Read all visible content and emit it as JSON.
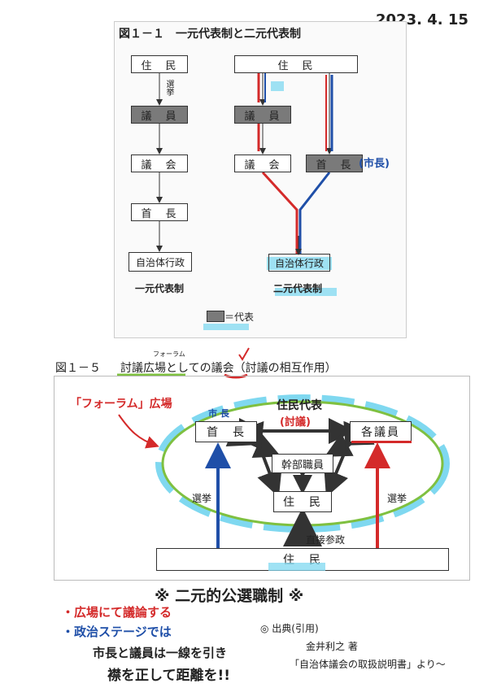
{
  "date": "2023. 4. 15",
  "fig1": {
    "title": "図１－１　一元代表制と二元代表制",
    "left": {
      "resident": "住　民",
      "election": "選挙",
      "councilor": "議　員",
      "council": "議　会",
      "mayor": "首　長",
      "admin": "自治体行政",
      "caption": "一元代表制"
    },
    "right": {
      "resident": "住　民",
      "councilor": "議　員",
      "council": "議　会",
      "mayor": "首　長",
      "mayor_note": "(市長)",
      "admin": "自治体行政",
      "caption": "二元代表制"
    },
    "legend": "＝代表"
  },
  "fig5": {
    "title_prefix": "図１－５",
    "title_main": "討議広場としての議会（討議の相互作用）",
    "ruby": "フォーラム",
    "forum_note": "「フォーラム」広場",
    "resident_rep": "住民代表",
    "deliberation": "(討議)",
    "mayor_note": "市 長",
    "mayor": "首　長",
    "councilors": "各議員",
    "staff": "幹部職員",
    "inner_residents": "住　民",
    "election_left": "選挙",
    "election_right": "選挙",
    "direct_participation": "直接参政",
    "bottom_residents": "住　民"
  },
  "notes": {
    "heading": "※ 二元的公選職制 ※",
    "bullet1": "・広場にて議論する",
    "bullet2": "・政治ステージでは",
    "line3": "市長と議員は一線を引き",
    "line4": "襟を正して距離を!!",
    "source_label": "◎ 出典(引用)",
    "source_author": "金井利之 著",
    "source_title": "「自治体議会の取扱説明書」より〜"
  },
  "colors": {
    "red": "#d42a2a",
    "blue": "#1f4fa8",
    "green": "#7fc040",
    "cyan": "#7fd8f0",
    "dark_box": "#7a7a7a"
  }
}
